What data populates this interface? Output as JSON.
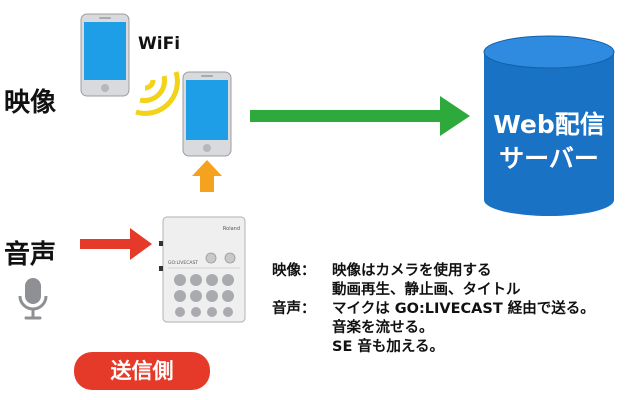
{
  "labels": {
    "video": "映像",
    "audio": "音声",
    "wifi": "WiFi",
    "sender": "送信側"
  },
  "server": {
    "line1": "Web配信",
    "line2": "サーバー"
  },
  "device": {
    "brand": "Roland",
    "model": "GO:LIVECAST"
  },
  "description": {
    "video_head": "映像：",
    "video_lines": [
      "映像はカメラを使用する",
      "動画再生、静止画、タイトル"
    ],
    "audio_head": "音声：",
    "audio_lines": [
      "マイクは GO:LIVECAST 経由で送る。",
      "音楽を流せる。",
      "SE 音も加える。"
    ]
  },
  "colors": {
    "phone_screen": "#1e9ee6",
    "server_blue": "#1a72c4",
    "green_arrow": "#2eaa3c",
    "orange_arrow": "#f5a21e",
    "red_arrow": "#e53a2a",
    "wifi_yellow": "#f3d21a",
    "badge_red": "#e53a2a"
  }
}
